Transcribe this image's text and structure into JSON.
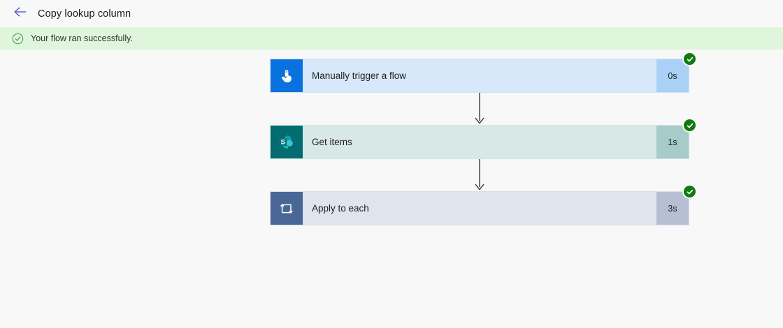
{
  "header": {
    "back_icon": "arrow-left-icon",
    "title": "Copy lookup column"
  },
  "banner": {
    "icon": "check-circle-icon",
    "message": "Your flow ran successfully.",
    "background": "#dff6dd",
    "accent": "#107c10"
  },
  "flow": {
    "connector_icon": "arrow-down-icon",
    "steps": [
      {
        "name": "Manually trigger a flow",
        "duration": "0s",
        "status": "succeeded",
        "status_icon": "check-circle-filled-icon",
        "icon": "touch-tap-icon",
        "icon_bg": "#0a72de",
        "body_bg": "#d6e8fa",
        "duration_bg": "#a9d1f5"
      },
      {
        "name": "Get items",
        "duration": "1s",
        "status": "succeeded",
        "status_icon": "check-circle-filled-icon",
        "icon": "sharepoint-icon",
        "icon_bg": "#036c70",
        "body_bg": "#d8e8e7",
        "duration_bg": "#a6cbc9"
      },
      {
        "name": "Apply to each",
        "duration": "3s",
        "status": "succeeded",
        "status_icon": "check-circle-filled-icon",
        "icon": "loop-repeat-icon",
        "icon_bg": "#486796",
        "body_bg": "#dfe4ed",
        "duration_bg": "#b5c0d3"
      }
    ]
  }
}
